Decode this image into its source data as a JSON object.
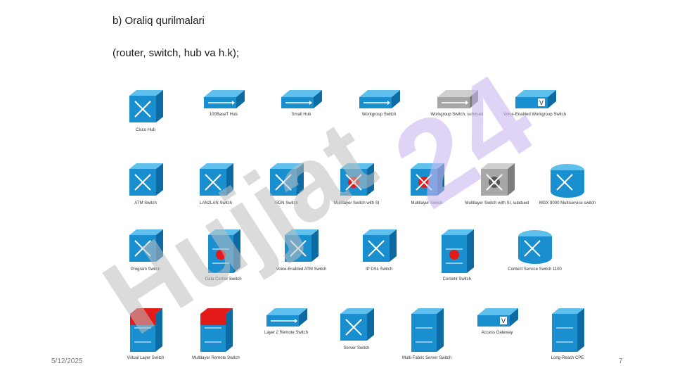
{
  "slide": {
    "heading": "b) Oraliq qurilmalari",
    "subheading": "(router, switch, hub va h.k);",
    "date": "5/12/2025",
    "page_number": "7"
  },
  "watermark": {
    "text": "Hujjat 24",
    "color_gray": "#bdbdbd",
    "color_violet": "#c9b6f0"
  },
  "devices": [
    {
      "label": "Cisco Hub",
      "icon": "cisco-hub-icon",
      "row": 0,
      "col": 0
    },
    {
      "label": "100BaseT Hub",
      "icon": "100baset-hub-icon",
      "row": 0,
      "col": 1
    },
    {
      "label": "Small Hub",
      "icon": "small-hub-icon",
      "row": 0,
      "col": 2
    },
    {
      "label": "Workgroup Switch",
      "icon": "workgroup-switch-icon",
      "row": 0,
      "col": 3
    },
    {
      "label": "Workgroup Switch, subdued",
      "icon": "workgroup-switch-subdued-icon",
      "row": 0,
      "col": 4
    },
    {
      "label": "Voice-Enabled Workgroup Switch",
      "icon": "voice-workgroup-switch-icon",
      "row": 0,
      "col": 5
    },
    {
      "label": "ATM Switch",
      "icon": "atm-switch-icon",
      "row": 1,
      "col": 0
    },
    {
      "label": "LAN2LAN Switch",
      "icon": "lan2lan-switch-icon",
      "row": 1,
      "col": 1
    },
    {
      "label": "ISDN Switch",
      "icon": "isdn-switch-icon",
      "row": 1,
      "col": 2
    },
    {
      "label": "Multilayer Switch with SI",
      "icon": "multilayer-switch-si-icon",
      "row": 1,
      "col": 3
    },
    {
      "label": "Multilayer Switch",
      "icon": "multilayer-switch-icon",
      "row": 1,
      "col": 4
    },
    {
      "label": "Multilayer Switch with SI, subdued",
      "icon": "multilayer-switch-si-subdued-icon",
      "row": 1,
      "col": 5
    },
    {
      "label": "MGX 8000 Multiservice switch",
      "icon": "mgx-8000-switch-icon",
      "row": 1,
      "col": 6
    },
    {
      "label": "Program Switch",
      "icon": "program-switch-icon",
      "row": 2,
      "col": 0
    },
    {
      "label": "Data Center Switch",
      "icon": "data-center-switch-icon",
      "row": 2,
      "col": 1
    },
    {
      "label": "Voice-Enabled ATM Switch",
      "icon": "voice-atm-switch-icon",
      "row": 2,
      "col": 2
    },
    {
      "label": "IP DSL Switch",
      "icon": "ip-dsl-switch-icon",
      "row": 2,
      "col": 3
    },
    {
      "label": "Content Switch",
      "icon": "content-switch-icon",
      "row": 2,
      "col": 4
    },
    {
      "label": "Content Service Switch 1100",
      "icon": "content-service-switch-icon",
      "row": 2,
      "col": 5
    },
    {
      "label": "Virtual Layer Switch",
      "icon": "virtual-layer-switch-icon",
      "row": 3,
      "col": 0
    },
    {
      "label": "Multilayer Remote Switch",
      "icon": "multilayer-remote-switch-icon",
      "row": 3,
      "col": 1
    },
    {
      "label": "Layer 2 Remote Switch",
      "icon": "layer2-remote-switch-icon",
      "row": 3,
      "col": 2
    },
    {
      "label": "Server Switch",
      "icon": "server-switch-icon",
      "row": 3,
      "col": 3
    },
    {
      "label": "Multi-Fabric Server Switch",
      "icon": "multi-fabric-server-switch-icon",
      "row": 3,
      "col": 4
    },
    {
      "label": "Access Gateway",
      "icon": "access-gateway-icon",
      "row": 3,
      "col": 5
    },
    {
      "label": "Long-Reach CPE",
      "icon": "long-reach-cpe-icon",
      "row": 3,
      "col": 6
    }
  ],
  "colors": {
    "device_blue": "#1a8fd0",
    "device_top": "#5fc0ee",
    "device_side": "#0d6aa3",
    "accent_red": "#e21a1a",
    "subdued_gray": "#a7a7a7"
  }
}
